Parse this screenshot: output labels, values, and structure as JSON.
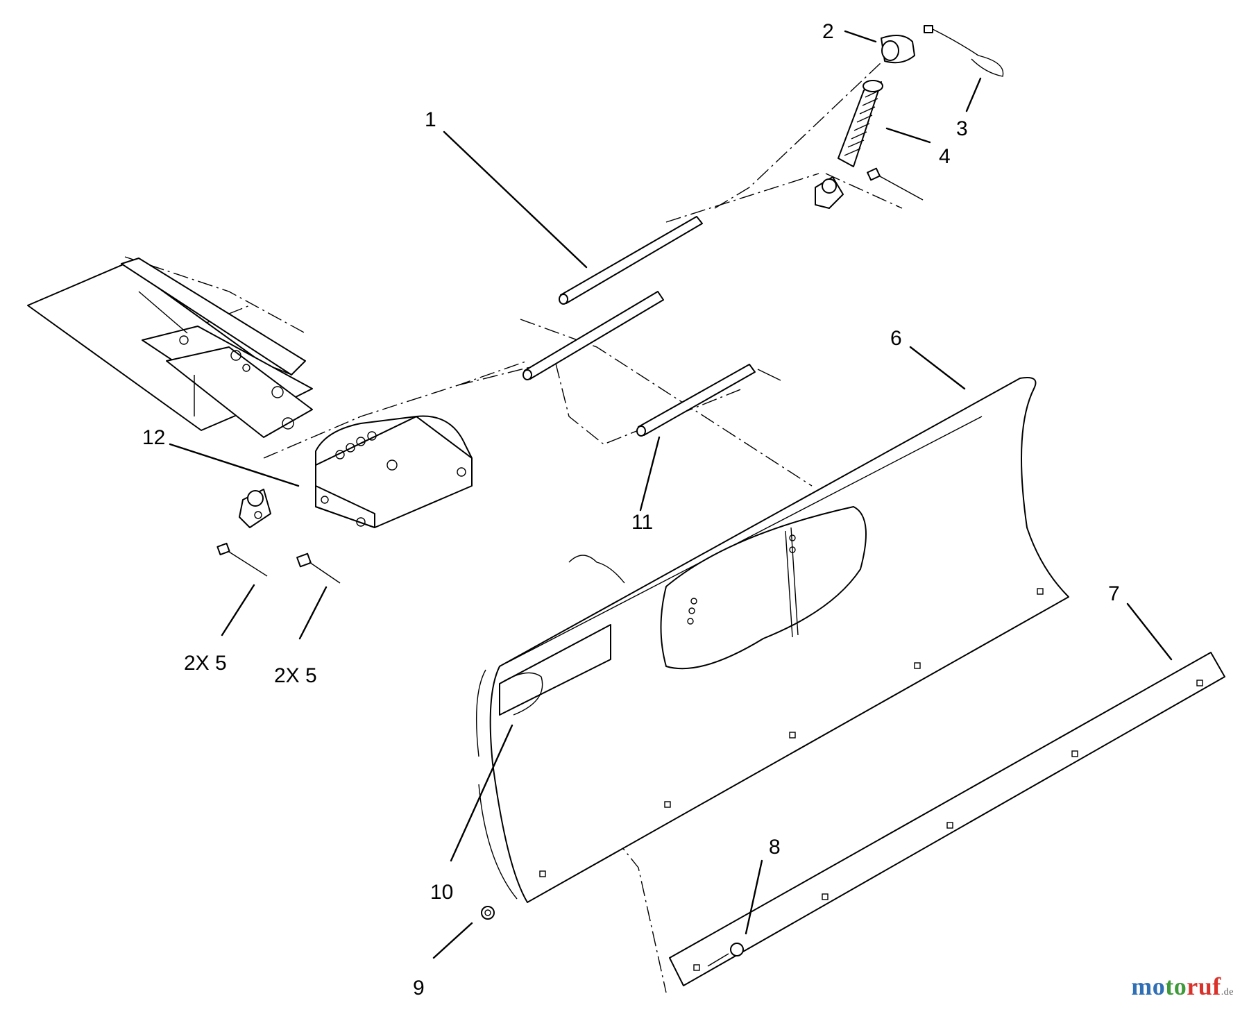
{
  "callouts": [
    {
      "id": "1",
      "label": "1"
    },
    {
      "id": "2",
      "label": "2"
    },
    {
      "id": "3",
      "label": "3"
    },
    {
      "id": "4",
      "label": "4"
    },
    {
      "id": "6",
      "label": "6"
    },
    {
      "id": "7",
      "label": "7"
    },
    {
      "id": "8",
      "label": "8"
    },
    {
      "id": "9",
      "label": "9"
    },
    {
      "id": "10",
      "label": "10"
    },
    {
      "id": "11",
      "label": "11"
    },
    {
      "id": "12",
      "label": "12"
    },
    {
      "id": "5a",
      "label": "2X 5"
    },
    {
      "id": "5b",
      "label": "2X 5"
    }
  ],
  "watermark": {
    "part1": "mo",
    "part2": "to",
    "part3": "ruf",
    "suffix": ".de"
  },
  "colors": {
    "line": "#000000",
    "background": "#ffffff"
  }
}
